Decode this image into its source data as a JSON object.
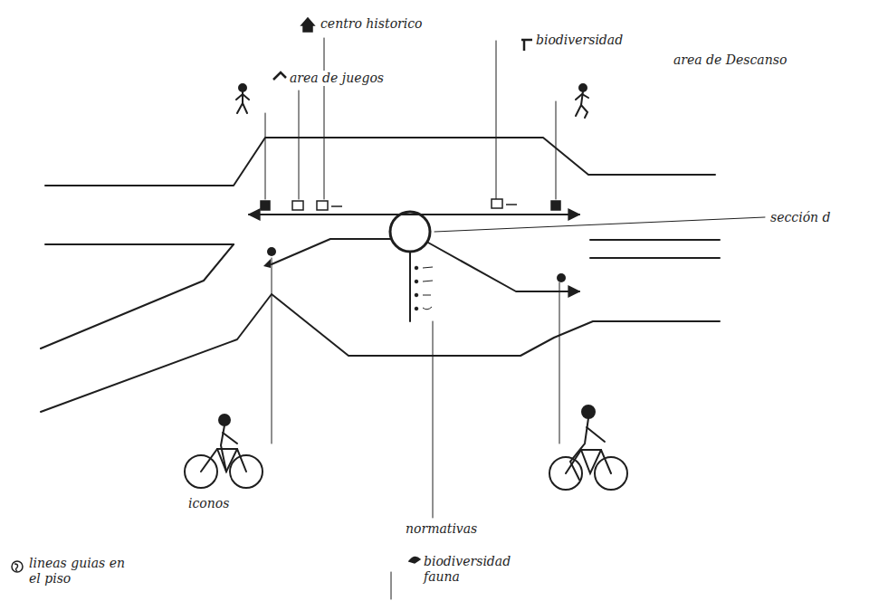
{
  "diagram": {
    "labels": [
      "centro historico",
      "area de juegos",
      "biodiversidad",
      "area de Descanso",
      "sección d",
      "iconos",
      "normativas",
      "lineas guias en el piso",
      "biodiversidad fauna"
    ]
  }
}
